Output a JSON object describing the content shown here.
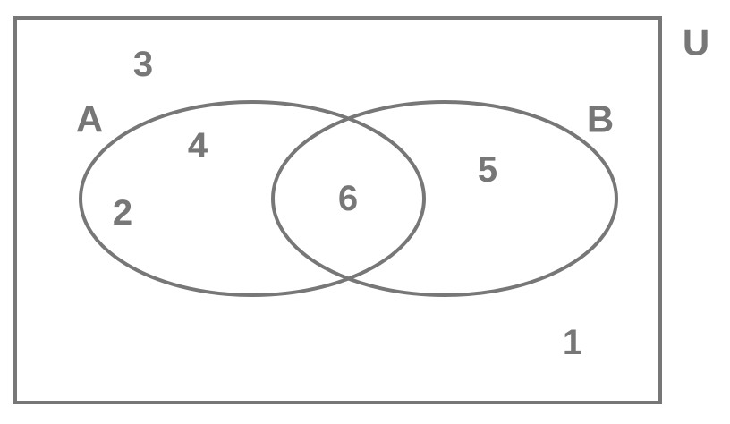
{
  "universe": {
    "label": "U"
  },
  "sets": {
    "a": {
      "label": "A"
    },
    "b": {
      "label": "B"
    }
  },
  "elements": {
    "outside": [
      "3",
      "1"
    ],
    "a_only": [
      "4",
      "2"
    ],
    "intersection": [
      "6"
    ],
    "b_only": [
      "5"
    ]
  },
  "colors": {
    "stroke": "#777777",
    "text": "#777777",
    "background": "#ffffff"
  }
}
